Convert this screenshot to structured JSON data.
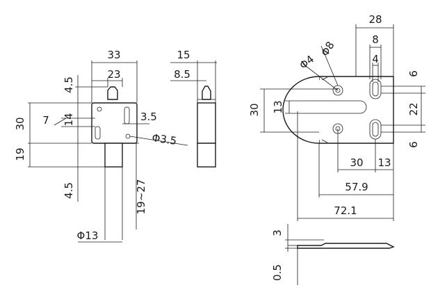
{
  "dimensions": {
    "front_width": "33",
    "front_inner_width": "23",
    "front_left_4_5_top": "4.5",
    "front_height": "30",
    "front_14": "14",
    "front_7": "7",
    "front_19": "19",
    "front_4_5_bottom": "4.5",
    "front_3_5": "3.5",
    "front_phi_3_5": "Φ3.5",
    "front_stroke": "19~27",
    "front_phi_13": "Φ13",
    "side_15": "15",
    "side_8_5": "8.5",
    "plate_28": "28",
    "plate_8": "8",
    "plate_4": "4",
    "plate_phi_8": "Φ8",
    "plate_phi_4": "Φ4",
    "plate_30": "30",
    "plate_13_left": "13",
    "plate_6_top": "6",
    "plate_22": "22",
    "plate_6_bottom": "6",
    "plate_30_bottom": "30",
    "plate_13_bottom": "13",
    "plate_57_9": "57.9",
    "plate_72_1": "72.1",
    "profile_3": "3",
    "profile_0_5": "0.5"
  },
  "colors": {
    "line": "#1a1a1a",
    "background": "#ffffff"
  }
}
